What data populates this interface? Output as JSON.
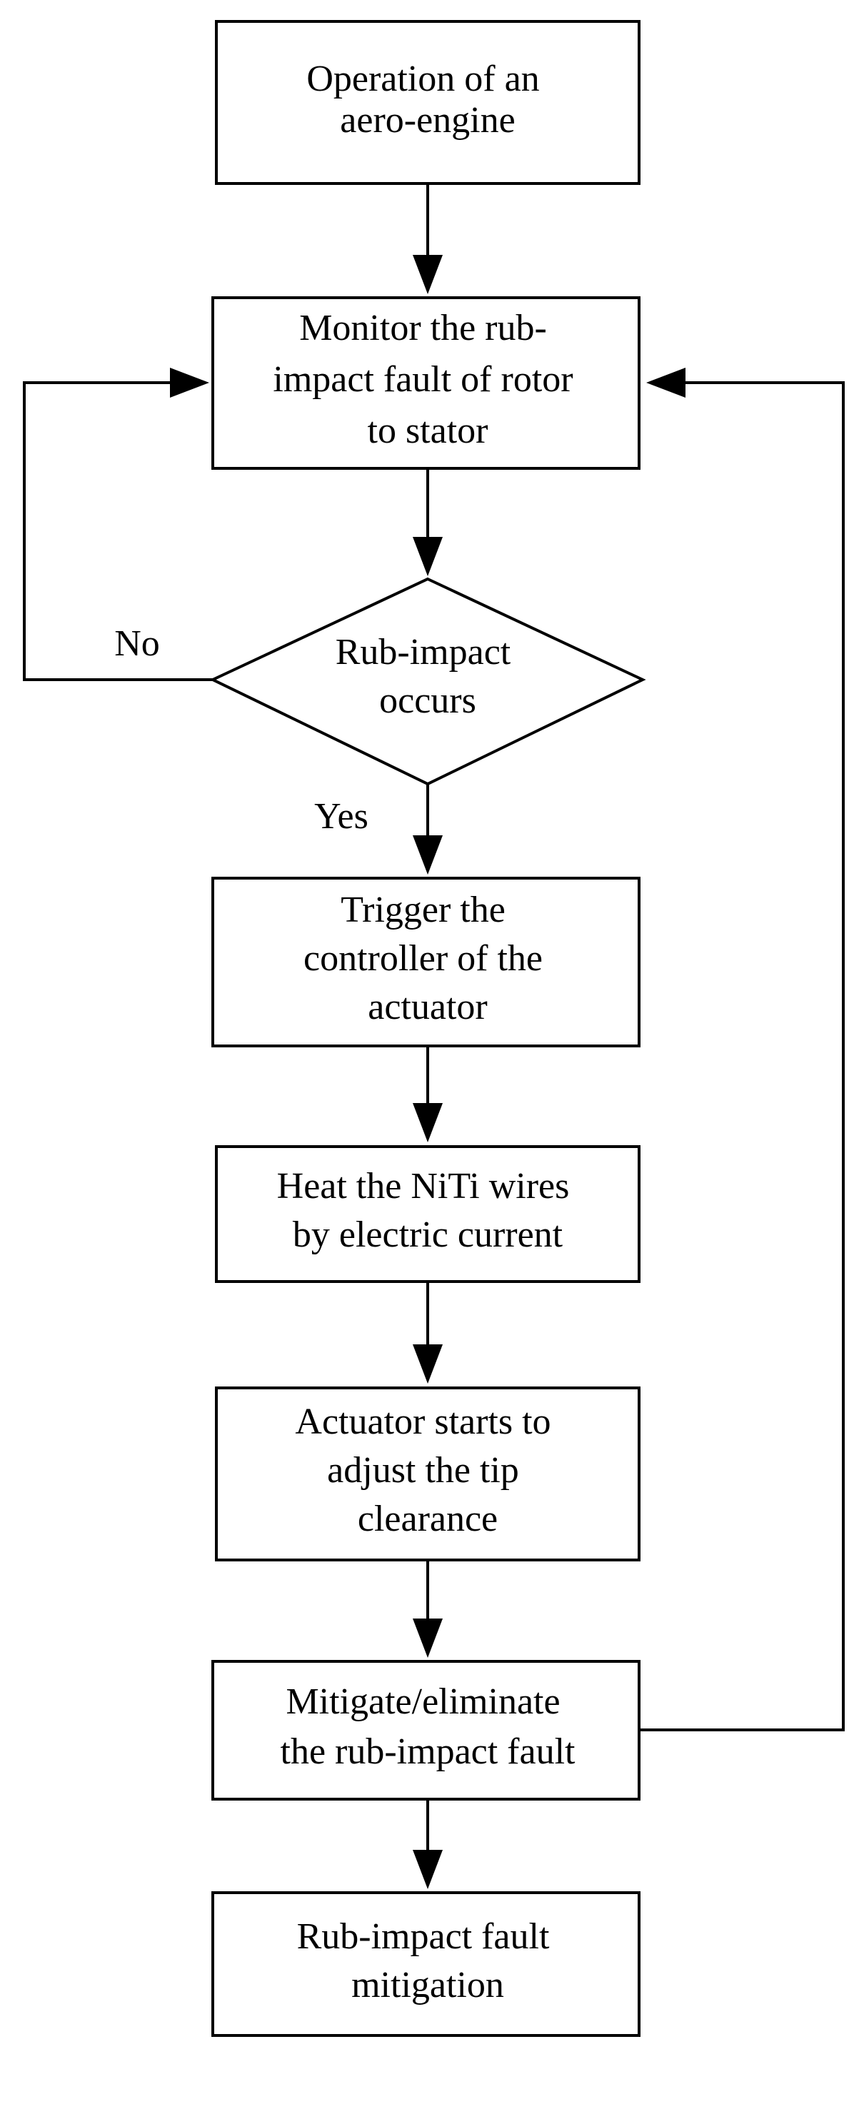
{
  "nodes": {
    "operation": {
      "lines": [
        "Operation of an",
        "aero-engine"
      ]
    },
    "monitor": {
      "lines": [
        "Monitor the rub-",
        "impact fault of rotor",
        "to stator"
      ]
    },
    "decision": {
      "lines": [
        "Rub-impact",
        "occurs"
      ]
    },
    "trigger": {
      "lines": [
        "Trigger the",
        "controller of the",
        "actuator"
      ]
    },
    "heat": {
      "lines": [
        "Heat the NiTi wires",
        "by electric current"
      ]
    },
    "actuator": {
      "lines": [
        "Actuator starts to",
        "adjust the tip",
        "clearance"
      ]
    },
    "mitigate": {
      "lines": [
        "Mitigate/eliminate",
        "the rub-impact fault"
      ]
    },
    "result": {
      "lines": [
        "Rub-impact fault",
        "mitigation"
      ]
    }
  },
  "edge_labels": {
    "no": "No",
    "yes": "Yes"
  }
}
